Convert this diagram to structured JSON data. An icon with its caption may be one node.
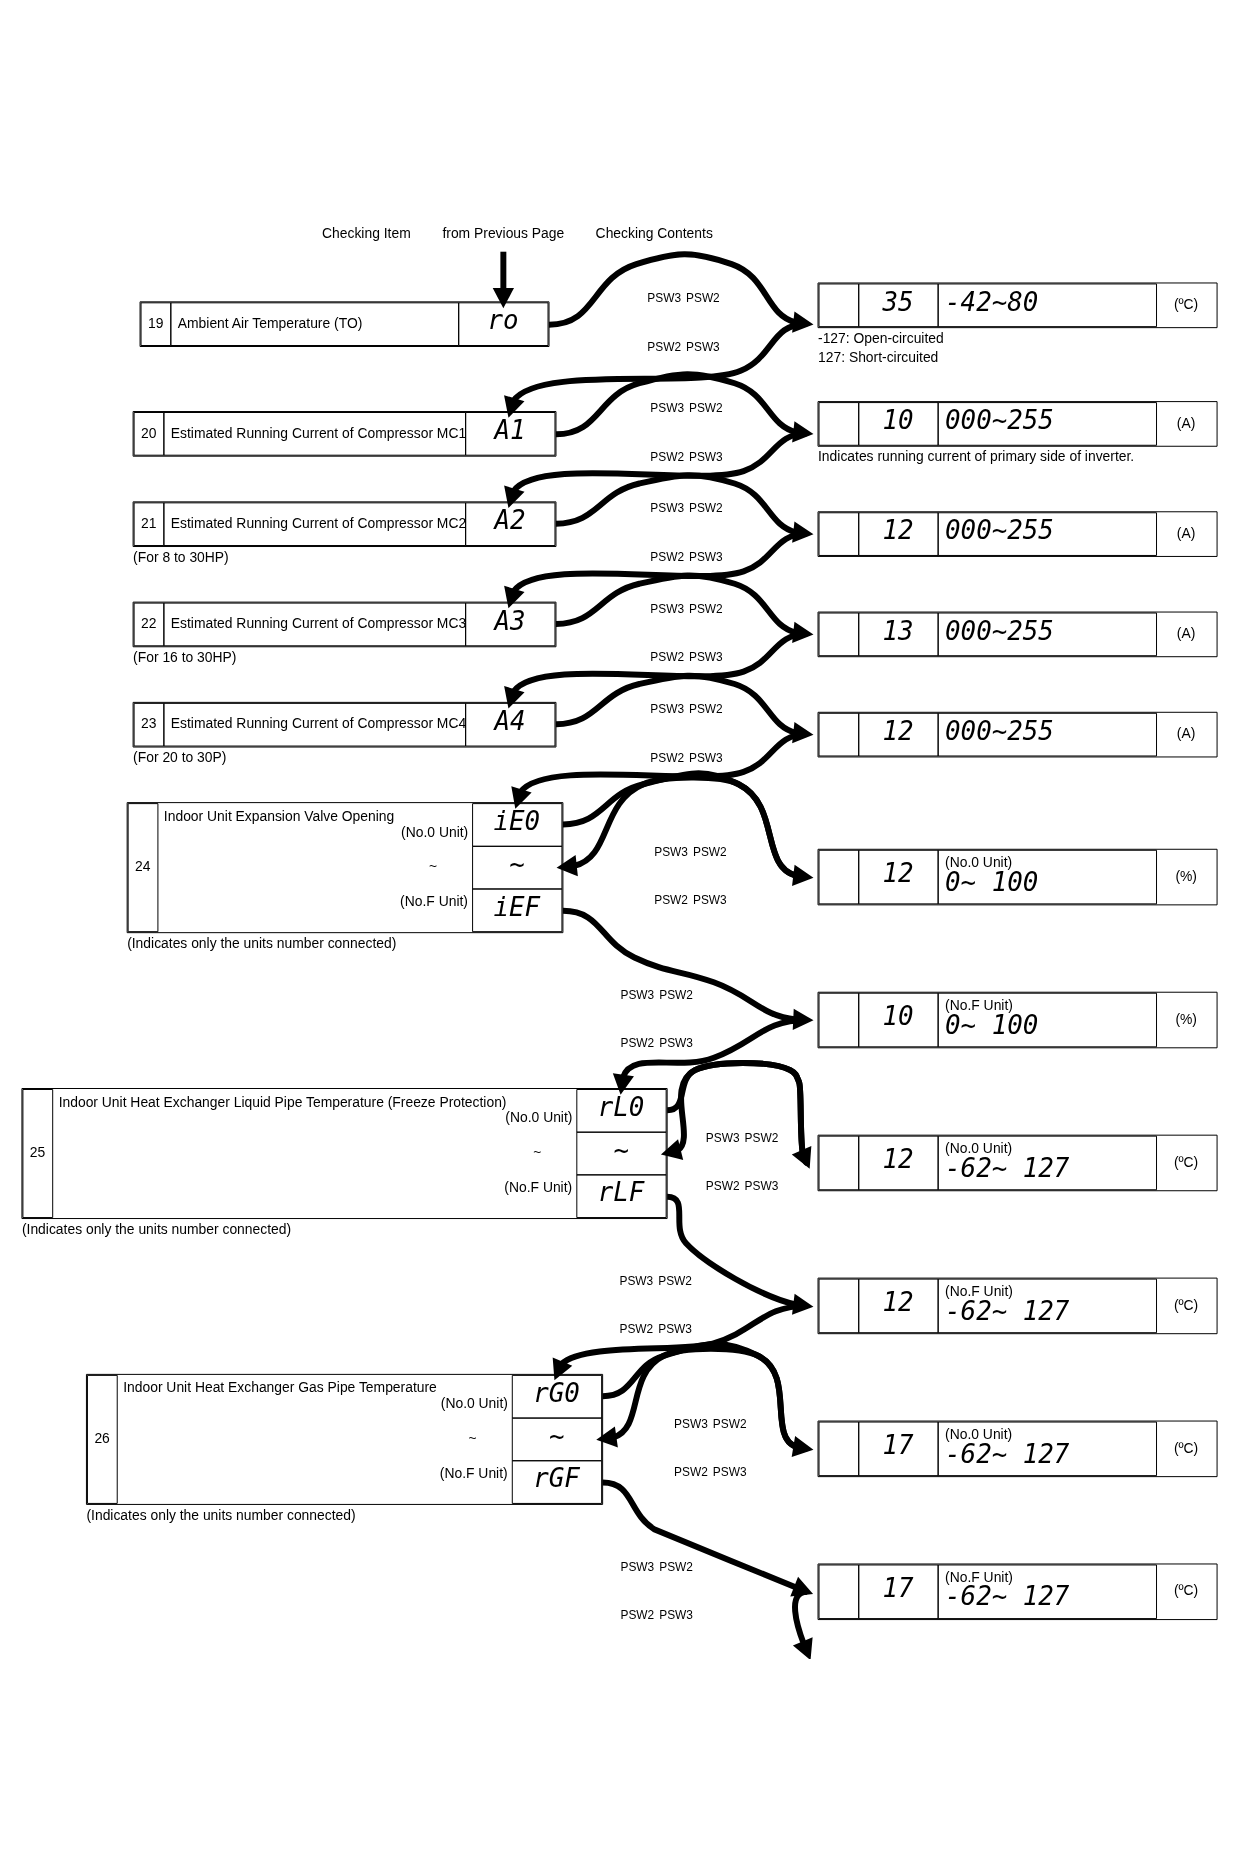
{
  "diagram": {
    "nodes": [
      {
        "text": [
          "from Previous Page"
        ]
      },
      {
        "text": [
          "19",
          "Ambient Air Temperature (TO)",
          "ro"
        ]
      },
      {
        "text": [
          "35",
          "-42~80",
          "(ºC)"
        ],
        "beside": [
          "-127: Open-circuited",
          "127: Short-circuited"
        ]
      },
      {
        "text": [
          "20",
          "Estimated Running Current of Compressor MC1",
          "A1"
        ]
      },
      {
        "text": [
          "10",
          "000~255",
          "(A)"
        ],
        "beside": [
          "Indicates running current of primary side of inverter."
        ]
      },
      {
        "text": [
          "21",
          "Estimated Running Current of Compressor MC2",
          "A2"
        ],
        "beside": [
          "(For 8 to 30HP)"
        ]
      },
      {
        "text": [
          "12",
          "000~255",
          "(A)"
        ]
      },
      {
        "text": [
          "22",
          "Estimated Running Current of Compressor MC3",
          "A3"
        ],
        "beside": [
          "(For 16 to 30HP)"
        ]
      },
      {
        "text": [
          "13",
          "000~255",
          "(A)"
        ]
      },
      {
        "text": [
          "23",
          "Estimated Running Current of Compressor MC4",
          "A4"
        ],
        "beside": [
          "(For 20 to 30P)"
        ]
      },
      {
        "text": [
          "12",
          "000~255",
          "(A)"
        ]
      },
      {
        "text": [
          "24",
          "Indoor Unit Expansion Valve Opening",
          "(No.0 Unit)",
          "~",
          "(No.F Unit)",
          "iE0",
          "~",
          "iEF"
        ],
        "beside": [
          "(Indicates only the units number connected)"
        ]
      },
      {
        "text": [
          "12",
          "(No.0 Unit)",
          "0~ 100",
          "(%)"
        ]
      },
      {
        "text": [
          "10",
          "(No.F Unit)",
          "0~ 100",
          "(%)"
        ]
      },
      {
        "text": [
          "25",
          "Indoor Unit Heat Exchanger Liquid Pipe Temperature (Freeze Protection)",
          "(No.0 Unit)",
          "~",
          "(No.F Unit)",
          "rL0",
          "~",
          "rLF"
        ],
        "beside": [
          "(Indicates only the units number connected)"
        ]
      },
      {
        "text": [
          "12",
          "(No.0 Unit)",
          "-62~ 127",
          "(ºC)"
        ]
      },
      {
        "text": [
          "12",
          "(No.F Unit)",
          "-62~ 127",
          "(ºC)"
        ]
      },
      {
        "text": [
          "26",
          "Indoor Unit Heat Exchanger Gas Pipe Temperature",
          "(No.0 Unit)",
          "~",
          "(No.F Unit)",
          "rG0",
          "~",
          "rGF"
        ],
        "beside": [
          "(Indicates only the units number connected)"
        ]
      },
      {
        "text": [
          "17",
          "(No.0 Unit)",
          "-62~ 127",
          "(ºC)"
        ]
      },
      {
        "text": [
          "17",
          "(No.F Unit)",
          "-62~ 127",
          "(ºC)"
        ]
      }
    ],
    "edges": [
      {
        "from": 0,
        "to": 1,
        "arrow": "to"
      },
      {
        "from": 1,
        "to": 2,
        "arrow": "to"
      },
      {
        "from": 2,
        "to": 3,
        "arrow": "to"
      },
      {
        "from": 3,
        "to": 4,
        "arrow": "to"
      },
      {
        "from": 4,
        "to": 5,
        "arrow": "to"
      },
      {
        "from": 5,
        "to": 6,
        "arrow": "to"
      },
      {
        "from": 6,
        "to": 7,
        "arrow": "to"
      },
      {
        "from": 7,
        "to": 8,
        "arrow": "to"
      },
      {
        "from": 8,
        "to": 9,
        "arrow": "to"
      },
      {
        "from": 9,
        "to": 10,
        "arrow": "to"
      },
      {
        "from": 10,
        "to": 11,
        "arrow": "to"
      },
      {
        "from": 11,
        "to": 12,
        "arrow": "to"
      },
      {
        "from": 12,
        "to": 11,
        "arrow": "to"
      },
      {
        "from": 11,
        "to": 13,
        "arrow": "to"
      },
      {
        "from": 13,
        "to": 14,
        "arrow": "to"
      },
      {
        "from": 14,
        "to": 15,
        "arrow": "to"
      },
      {
        "from": 15,
        "to": 14,
        "arrow": "to"
      },
      {
        "from": 14,
        "to": 16,
        "arrow": "to"
      },
      {
        "from": 16,
        "to": 17,
        "arrow": "to"
      },
      {
        "from": 17,
        "to": 18,
        "arrow": "to"
      },
      {
        "from": 18,
        "to": 17,
        "arrow": "to"
      },
      {
        "from": 17,
        "to": 19,
        "arrow": "to"
      },
      {
        "from": 19,
        "to": null,
        "arrow": "to"
      }
    ],
    "labels": [
      "Checking Item",
      "Checking Contents",
      "PSW3",
      "PSW2",
      "PSW2",
      "PSW3",
      "PSW3",
      "PSW2",
      "PSW2",
      "PSW3",
      "PSW3",
      "PSW2",
      "PSW2",
      "PSW3",
      "PSW3",
      "PSW2",
      "PSW2",
      "PSW3",
      "PSW3",
      "PSW2",
      "PSW2",
      "PSW3",
      "PSW3",
      "PSW2",
      "PSW2",
      "PSW3",
      "PSW3",
      "PSW2",
      "PSW2",
      "PSW3",
      "PSW3",
      "PSW2",
      "PSW2",
      "PSW3",
      "PSW3",
      "PSW2",
      "PSW2",
      "PSW3",
      "PSW3",
      "PSW2",
      "PSW2",
      "PSW3",
      "PSW3",
      "PSW2",
      "PSW2",
      "PSW3"
    ]
  }
}
